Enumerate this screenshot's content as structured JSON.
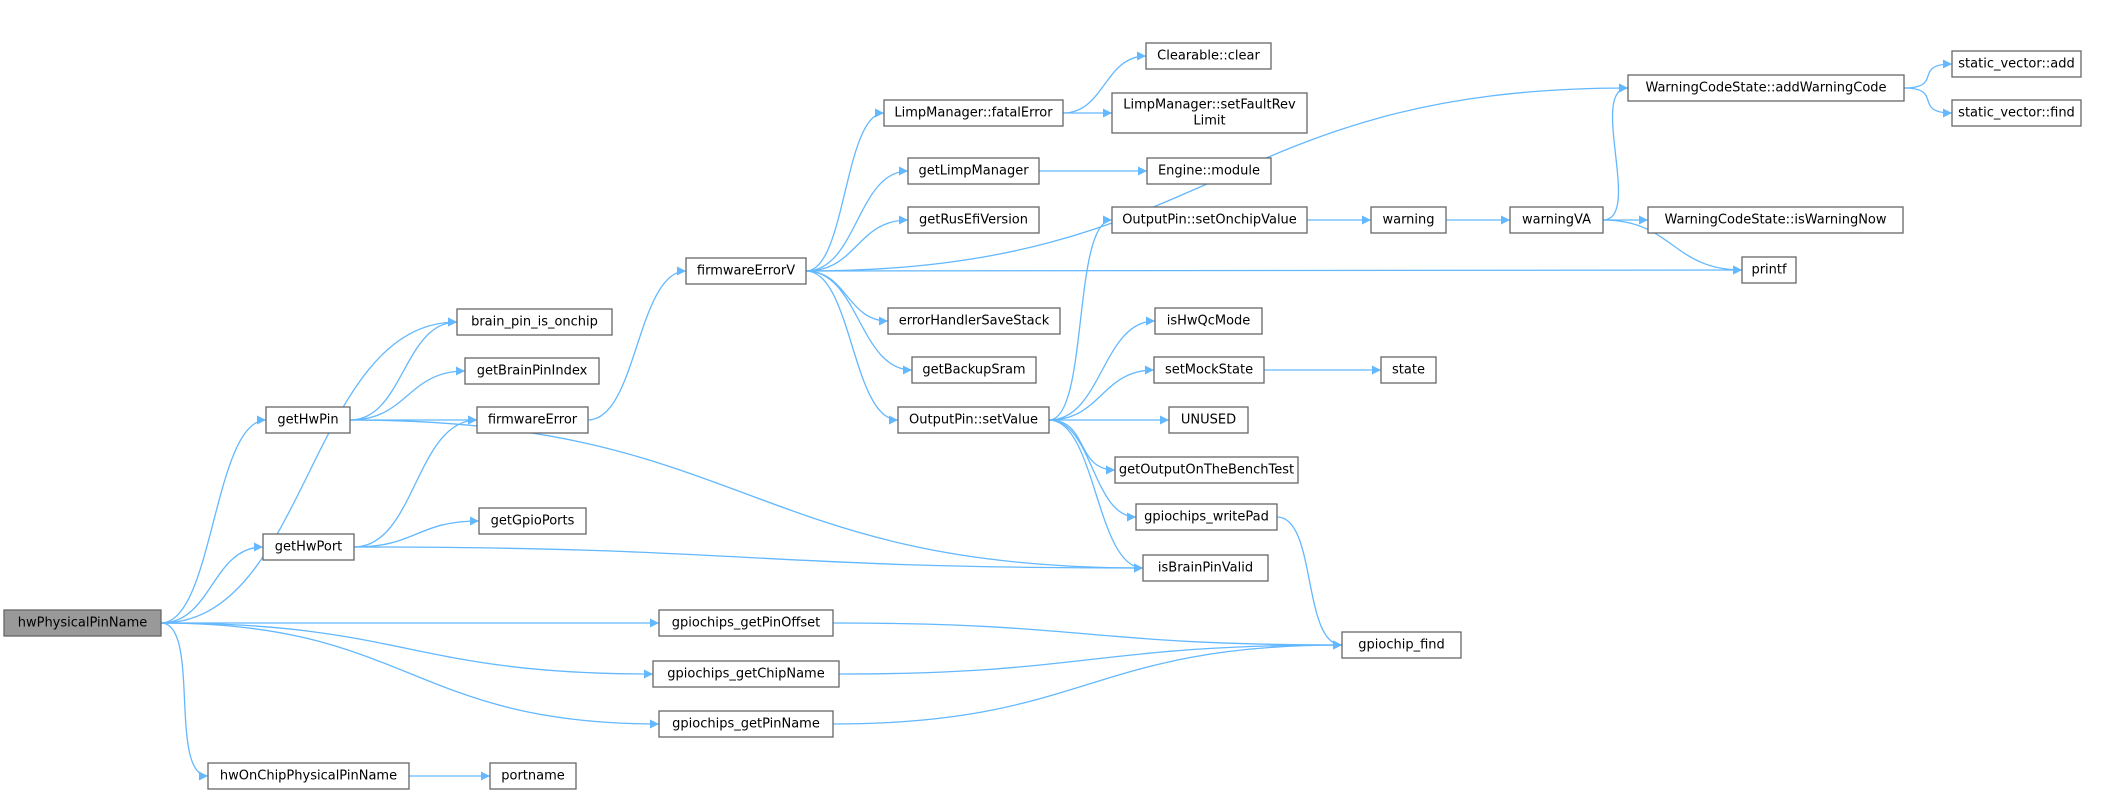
{
  "colors": {
    "edge": "#63b8ff",
    "node_border": "#666666",
    "root_fill": "#999999",
    "node_fill": "#ffffff"
  },
  "graph": {
    "root": "hwPhysicalPinName",
    "nodes": [
      {
        "id": "hwPhysicalPinName",
        "label": [
          "hwPhysicalPinName"
        ]
      },
      {
        "id": "getHwPin",
        "label": [
          "getHwPin"
        ]
      },
      {
        "id": "getHwPort",
        "label": [
          "getHwPort"
        ]
      },
      {
        "id": "hwOnChipPhysicalPinName",
        "label": [
          "hwOnChipPhysicalPinName"
        ]
      },
      {
        "id": "portname",
        "label": [
          "portname"
        ]
      },
      {
        "id": "brain_pin_is_onchip",
        "label": [
          "brain_pin_is_onchip"
        ]
      },
      {
        "id": "getBrainPinIndex",
        "label": [
          "getBrainPinIndex"
        ]
      },
      {
        "id": "firmwareError",
        "label": [
          "firmwareError"
        ]
      },
      {
        "id": "getGpioPorts",
        "label": [
          "getGpioPorts"
        ]
      },
      {
        "id": "gpiochips_getPinOffset",
        "label": [
          "gpiochips_getPinOffset"
        ]
      },
      {
        "id": "gpiochips_getChipName",
        "label": [
          "gpiochips_getChipName"
        ]
      },
      {
        "id": "gpiochips_getPinName",
        "label": [
          "gpiochips_getPinName"
        ]
      },
      {
        "id": "firmwareErrorV",
        "label": [
          "firmwareErrorV"
        ]
      },
      {
        "id": "LimpManager_fatalError",
        "label": [
          "LimpManager::fatalError"
        ]
      },
      {
        "id": "LimpManager_setFaultRevLimit",
        "label": [
          "LimpManager::setFaultRev",
          "Limit"
        ]
      },
      {
        "id": "Clearable_clear",
        "label": [
          "Clearable::clear"
        ]
      },
      {
        "id": "getLimpManager",
        "label": [
          "getLimpManager"
        ]
      },
      {
        "id": "Engine_module",
        "label": [
          "Engine::module"
        ]
      },
      {
        "id": "getRusEfiVersion",
        "label": [
          "getRusEfiVersion"
        ]
      },
      {
        "id": "OutputPin_setOnchipValue",
        "label": [
          "OutputPin::setOnchipValue"
        ]
      },
      {
        "id": "warning",
        "label": [
          "warning"
        ]
      },
      {
        "id": "warningVA",
        "label": [
          "warningVA"
        ]
      },
      {
        "id": "WarningCodeState_isWarningNow",
        "label": [
          "WarningCodeState::isWarningNow"
        ]
      },
      {
        "id": "printf",
        "label": [
          "printf"
        ]
      },
      {
        "id": "WarningCodeState_addWarningCode",
        "label": [
          "WarningCodeState::addWarningCode"
        ]
      },
      {
        "id": "static_vector_add",
        "label": [
          "static_vector::add"
        ]
      },
      {
        "id": "static_vector_find",
        "label": [
          "static_vector::find"
        ]
      },
      {
        "id": "errorHandlerSaveStack",
        "label": [
          "errorHandlerSaveStack"
        ]
      },
      {
        "id": "getBackupSram",
        "label": [
          "getBackupSram"
        ]
      },
      {
        "id": "OutputPin_setValue",
        "label": [
          "OutputPin::setValue"
        ]
      },
      {
        "id": "isHwQcMode",
        "label": [
          "isHwQcMode"
        ]
      },
      {
        "id": "setMockState",
        "label": [
          "setMockState"
        ]
      },
      {
        "id": "state",
        "label": [
          "state"
        ]
      },
      {
        "id": "UNUSED",
        "label": [
          "UNUSED"
        ]
      },
      {
        "id": "getOutputOnTheBenchTest",
        "label": [
          "getOutputOnTheBenchTest"
        ]
      },
      {
        "id": "gpiochips_writePad",
        "label": [
          "gpiochips_writePad"
        ]
      },
      {
        "id": "isBrainPinValid",
        "label": [
          "isBrainPinValid"
        ]
      },
      {
        "id": "gpiochip_find",
        "label": [
          "gpiochip_find"
        ]
      }
    ],
    "edges": [
      [
        "hwPhysicalPinName",
        "brain_pin_is_onchip"
      ],
      [
        "hwPhysicalPinName",
        "getHwPin"
      ],
      [
        "hwPhysicalPinName",
        "getHwPort"
      ],
      [
        "hwPhysicalPinName",
        "gpiochips_getPinOffset"
      ],
      [
        "hwPhysicalPinName",
        "gpiochips_getChipName"
      ],
      [
        "hwPhysicalPinName",
        "gpiochips_getPinName"
      ],
      [
        "hwPhysicalPinName",
        "hwOnChipPhysicalPinName"
      ],
      [
        "getHwPin",
        "brain_pin_is_onchip"
      ],
      [
        "getHwPin",
        "getBrainPinIndex"
      ],
      [
        "getHwPin",
        "firmwareError"
      ],
      [
        "getHwPin",
        "isBrainPinValid"
      ],
      [
        "getHwPort",
        "firmwareError"
      ],
      [
        "getHwPort",
        "getGpioPorts"
      ],
      [
        "getHwPort",
        "isBrainPinValid"
      ],
      [
        "firmwareError",
        "firmwareErrorV"
      ],
      [
        "firmwareErrorV",
        "WarningCodeState_addWarningCode"
      ],
      [
        "firmwareErrorV",
        "LimpManager_fatalError"
      ],
      [
        "firmwareErrorV",
        "getLimpManager"
      ],
      [
        "firmwareErrorV",
        "getRusEfiVersion"
      ],
      [
        "firmwareErrorV",
        "printf"
      ],
      [
        "firmwareErrorV",
        "errorHandlerSaveStack"
      ],
      [
        "firmwareErrorV",
        "getBackupSram"
      ],
      [
        "firmwareErrorV",
        "OutputPin_setValue"
      ],
      [
        "LimpManager_fatalError",
        "Clearable_clear"
      ],
      [
        "LimpManager_fatalError",
        "LimpManager_setFaultRevLimit"
      ],
      [
        "getLimpManager",
        "Engine_module"
      ],
      [
        "OutputPin_setValue",
        "OutputPin_setOnchipValue"
      ],
      [
        "OutputPin_setValue",
        "isHwQcMode"
      ],
      [
        "OutputPin_setValue",
        "setMockState"
      ],
      [
        "OutputPin_setValue",
        "UNUSED"
      ],
      [
        "OutputPin_setValue",
        "getOutputOnTheBenchTest"
      ],
      [
        "OutputPin_setValue",
        "gpiochips_writePad"
      ],
      [
        "OutputPin_setValue",
        "isBrainPinValid"
      ],
      [
        "OutputPin_setOnchipValue",
        "warning"
      ],
      [
        "warning",
        "warningVA"
      ],
      [
        "warningVA",
        "WarningCodeState_addWarningCode"
      ],
      [
        "warningVA",
        "WarningCodeState_isWarningNow"
      ],
      [
        "warningVA",
        "printf"
      ],
      [
        "WarningCodeState_addWarningCode",
        "static_vector_add"
      ],
      [
        "WarningCodeState_addWarningCode",
        "static_vector_find"
      ],
      [
        "setMockState",
        "state"
      ],
      [
        "gpiochips_writePad",
        "gpiochip_find"
      ],
      [
        "gpiochips_getPinOffset",
        "gpiochip_find"
      ],
      [
        "gpiochips_getChipName",
        "gpiochip_find"
      ],
      [
        "gpiochips_getPinName",
        "gpiochip_find"
      ],
      [
        "hwOnChipPhysicalPinName",
        "portname"
      ]
    ]
  }
}
